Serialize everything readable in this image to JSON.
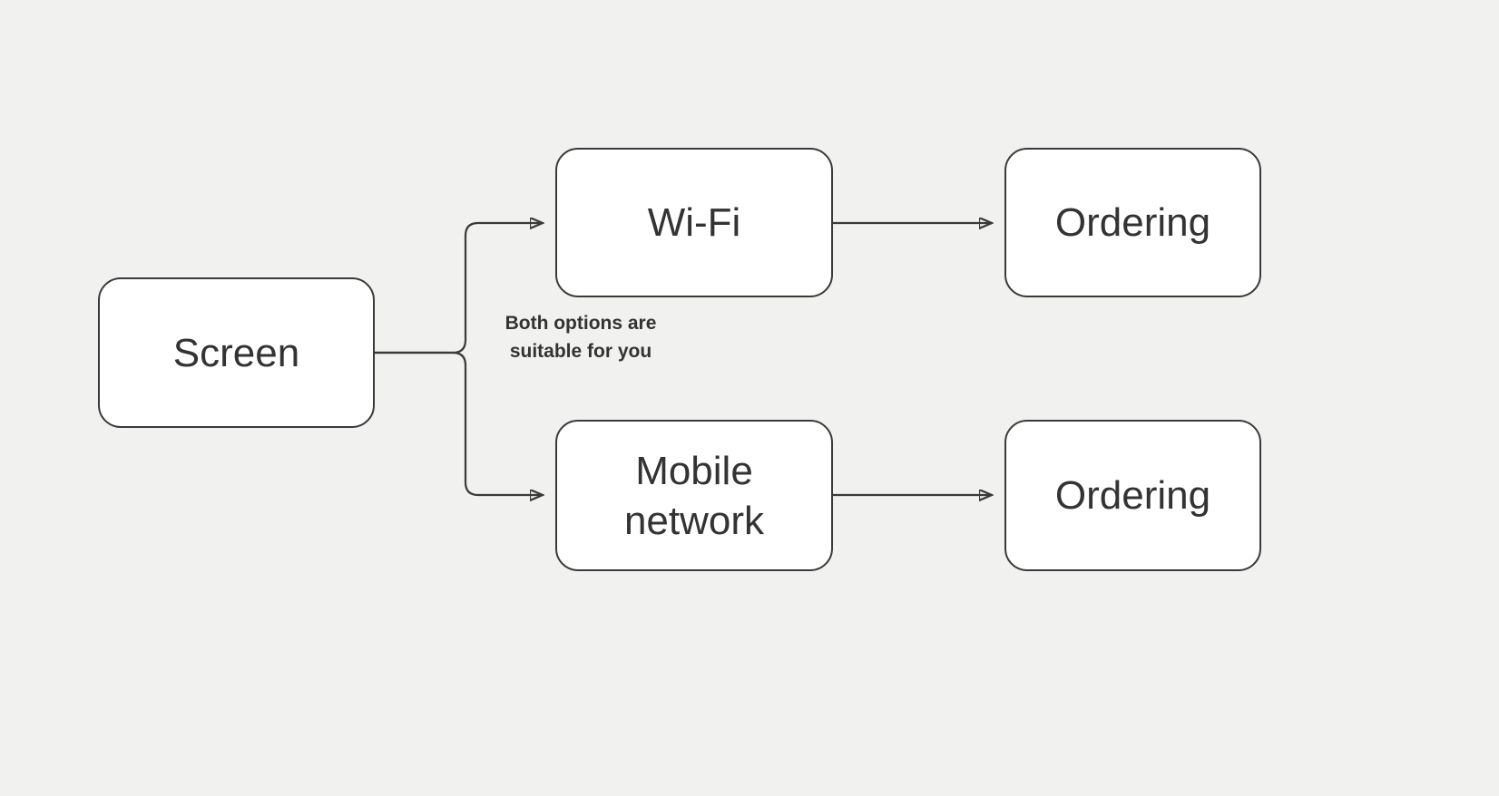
{
  "canvas": {
    "background_color": "#F1F1EF",
    "stroke_color": "#3A3A3A",
    "node_fill_color": "#FFFFFF",
    "text_color": "#333333"
  },
  "diagram": {
    "nodes": [
      {
        "id": "screen",
        "label": "Screen"
      },
      {
        "id": "wifi",
        "label": "Wi-Fi"
      },
      {
        "id": "ordering-top",
        "label": "Ordering"
      },
      {
        "id": "mobile-network",
        "label": "Mobile network"
      },
      {
        "id": "ordering-bottom",
        "label": "Ordering"
      }
    ],
    "edges": [
      {
        "from": "screen",
        "to": "wifi"
      },
      {
        "from": "screen",
        "to": "mobile-network"
      },
      {
        "from": "wifi",
        "to": "ordering-top"
      },
      {
        "from": "mobile-network",
        "to": "ordering-bottom"
      }
    ],
    "edge_label": "Both options are suitable for you"
  }
}
